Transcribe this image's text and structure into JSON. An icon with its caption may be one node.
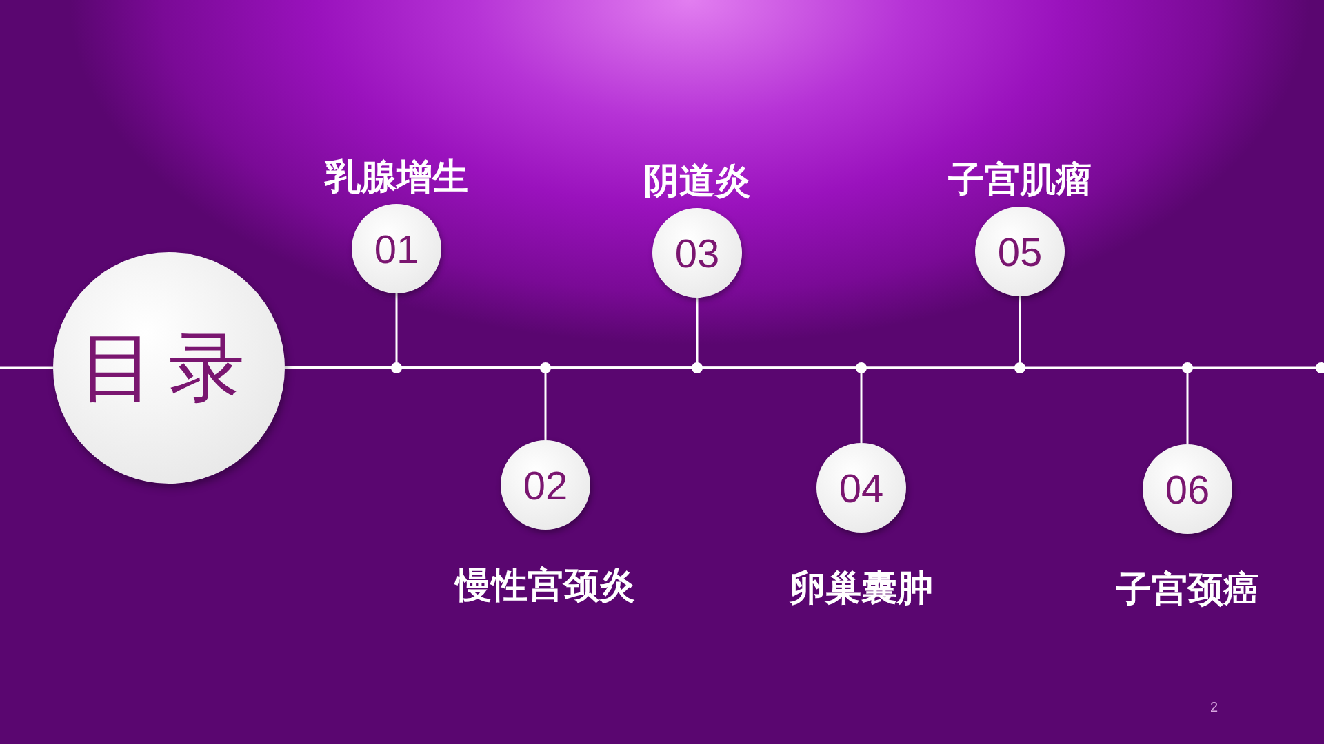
{
  "diagram": {
    "nodes": [
      {
        "text": [
          "目录"
        ]
      },
      {
        "text": [
          "乳腺增生",
          "01"
        ]
      },
      {
        "text": [
          "02",
          "慢性宫颈炎"
        ]
      },
      {
        "text": [
          "阴道炎",
          "03"
        ]
      },
      {
        "text": [
          "04",
          "卵巢囊肿"
        ]
      },
      {
        "text": [
          "子宫肌瘤",
          "05"
        ]
      },
      {
        "text": [
          "06",
          "子宫颈癌"
        ]
      }
    ],
    "edges": [
      {
        "from": 0,
        "to": 1,
        "arrow": "none"
      },
      {
        "from": 0,
        "to": 2,
        "arrow": "none"
      },
      {
        "from": 0,
        "to": 3,
        "arrow": "none"
      },
      {
        "from": 0,
        "to": 4,
        "arrow": "none"
      },
      {
        "from": 0,
        "to": 5,
        "arrow": "none"
      },
      {
        "from": 0,
        "to": 6,
        "arrow": "none"
      }
    ],
    "labels": [
      "2"
    ]
  }
}
